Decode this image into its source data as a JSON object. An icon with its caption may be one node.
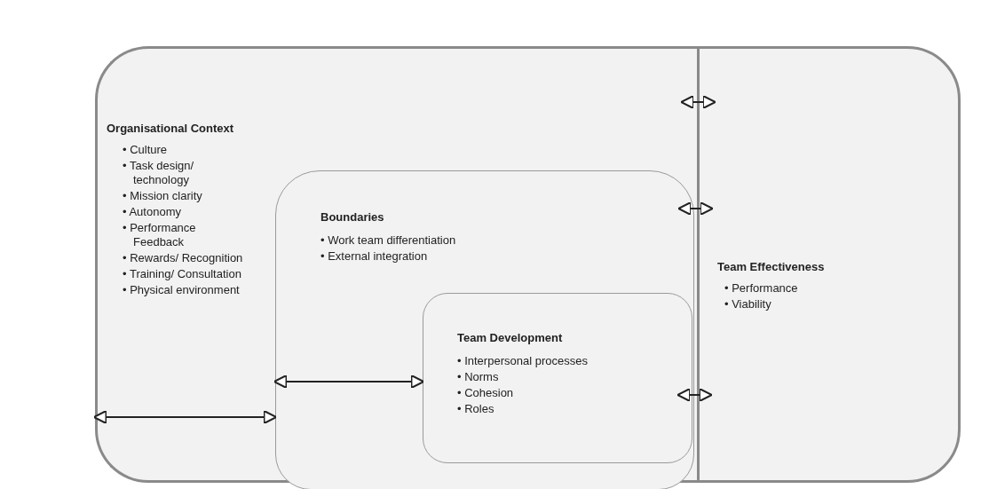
{
  "diagram": {
    "nodes": [
      {
        "text": [
          "Organisational Context",
          "• Culture",
          "• Task design/ technology",
          "• Mission clarity",
          "• Autonomy",
          "• Performance Feedback",
          "• Rewards/ Recognition",
          "• Training/ Consultation",
          "• Physical environment"
        ]
      },
      {
        "text": [
          "Boundaries",
          "• Work team differentiation",
          "• External integration"
        ],
        "in": 0
      },
      {
        "text": [
          "Team Development",
          "• Interpersonal processes",
          "• Norms",
          "• Cohesion",
          "• Roles"
        ],
        "in": 1
      },
      {
        "text": [
          "Team Effectiveness",
          "• Performance",
          "• Viability"
        ]
      }
    ],
    "edges": [
      {
        "from": 0,
        "to": 1,
        "arrow": "both"
      },
      {
        "from": 1,
        "to": 2,
        "arrow": "both"
      },
      {
        "from": 0,
        "to": 3,
        "arrow": "both"
      },
      {
        "from": 1,
        "to": 3,
        "arrow": "both"
      },
      {
        "from": 2,
        "to": 3,
        "arrow": "both"
      }
    ]
  }
}
